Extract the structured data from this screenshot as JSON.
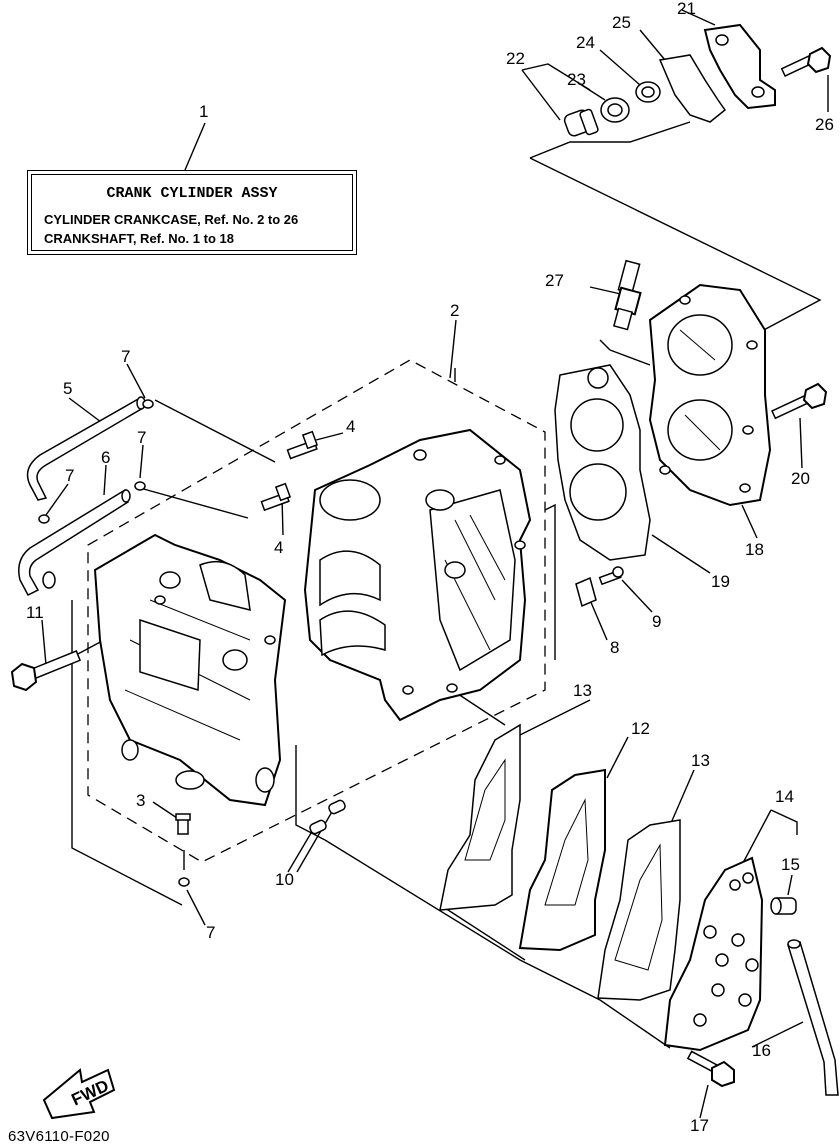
{
  "assembly_box": {
    "title": "CRANK CYLINDER ASSY",
    "line_1": "CYLINDER CRANKCASE, Ref. No. 2 to 26",
    "line_2": "CRANKSHAFT, Ref. No. 1 to 18"
  },
  "callouts": [
    "1",
    "2",
    "3",
    "4",
    "4",
    "5",
    "6",
    "7",
    "7",
    "7",
    "7",
    "8",
    "9",
    "10",
    "11",
    "12",
    "13",
    "13",
    "14",
    "15",
    "16",
    "17",
    "18",
    "19",
    "20",
    "21",
    "22",
    "23",
    "24",
    "25",
    "26",
    "27"
  ],
  "direction_arrow": "FWD",
  "diagram_code": "63V6110-F020"
}
